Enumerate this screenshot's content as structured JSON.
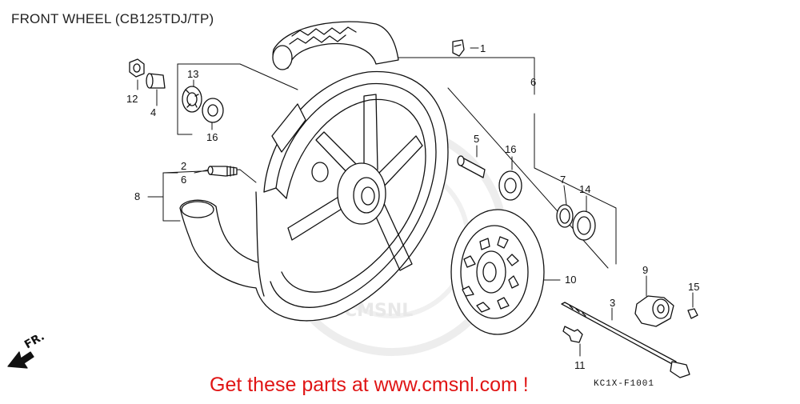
{
  "title": "FRONT WHEEL (CB125TDJ/TP)",
  "promo_text": "Get these parts at www.cmsnl.com !",
  "diagram_code": "KC1X-F1001",
  "direction_label": "FR.",
  "watermark_text": "CMSNL",
  "colors": {
    "promo": "#e01515",
    "line": "#111111",
    "watermark": "#e6e6e6"
  },
  "labels": {
    "p1": "1",
    "p2": "2",
    "p3": "3",
    "p4": "4",
    "p5": "5",
    "p6": "6",
    "p6b": "6",
    "p7": "7",
    "p8": "8",
    "p9": "9",
    "p10": "10",
    "p11": "11",
    "p12": "12",
    "p13": "13",
    "p14": "14",
    "p15": "15",
    "p16a": "16",
    "p16b": "16"
  }
}
